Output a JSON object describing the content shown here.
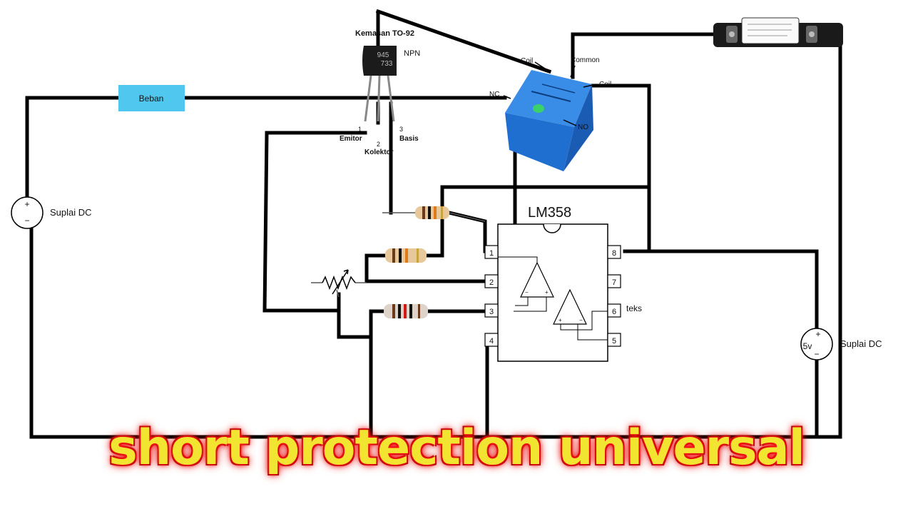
{
  "labels": {
    "beban": "Beban",
    "supply_left": "Suplai DC",
    "supply_right": "Suplai DC",
    "supply_right_voltage": "5v",
    "transistor_package": "Kemasan TO-92",
    "transistor_type": "NPN",
    "transistor_marking_1": "945",
    "transistor_marking_2": "733",
    "pin1_num": "1",
    "pin1_name": "Emitor",
    "pin2_num": "2",
    "pin2_name": "Kolektor",
    "pin3_num": "3",
    "pin3_name": "Basis",
    "relay_coil_1": "Coil",
    "relay_common": "Common",
    "relay_coil_2": "Coil",
    "relay_nc": "NC",
    "relay_no": "NO",
    "ic_name": "LM358",
    "ic_pins": [
      "1",
      "2",
      "3",
      "4",
      "5",
      "6",
      "7",
      "8"
    ],
    "teks": "teks",
    "plus": "+",
    "minus": "−"
  },
  "headline": "short protection universal",
  "colors": {
    "wire": "#000000",
    "beban_fill": "#4fc7ee",
    "relay_blue": "#1f6fd1",
    "headline_text": "#f2e531",
    "headline_glow": "#ff1a1a"
  }
}
